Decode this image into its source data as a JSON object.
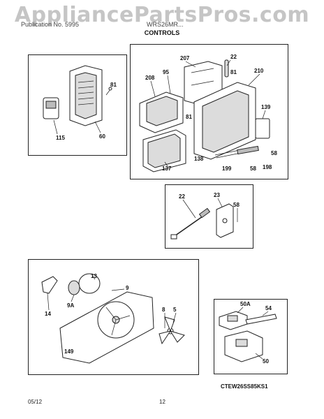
{
  "watermark": "AppliancePartsPros.com",
  "header": {
    "left": "Publication No. 5995",
    "right": "WRS26MR..."
  },
  "section_title": "CONTROLS",
  "callouts": {
    "p1": [
      "81",
      "115",
      "60"
    ],
    "p2": [
      "207",
      "22",
      "208",
      "95",
      "81",
      "210",
      "139",
      "81",
      "137",
      "138",
      "199",
      "58",
      "198",
      "58"
    ],
    "p3": [
      "22",
      "23",
      "58"
    ],
    "p4": [
      "13",
      "9",
      "9A",
      "14",
      "8",
      "5",
      "149"
    ],
    "p5": [
      "50A",
      "54",
      "50"
    ]
  },
  "diagram_ref": "CTEW26SS85KS1",
  "footer": {
    "date": "05/12",
    "page": "12"
  }
}
